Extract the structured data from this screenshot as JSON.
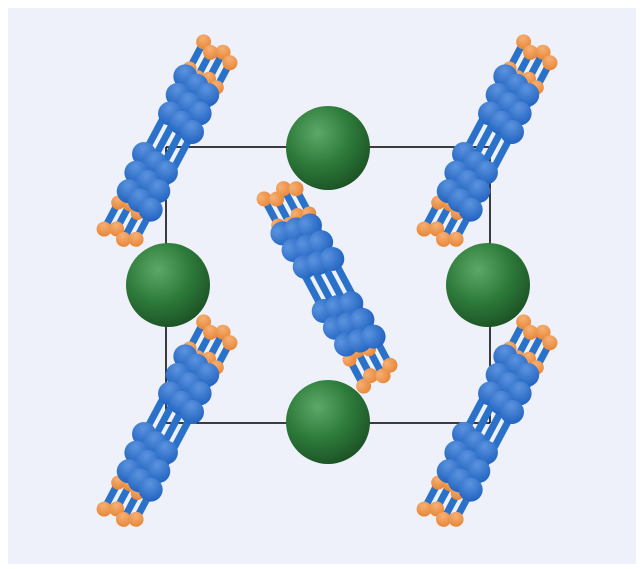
{
  "figure": {
    "kind": "crystal-structure",
    "projection": "unit-cell",
    "colors": {
      "background": "#eef1f9",
      "cell_edge": "#000000",
      "cation": "#2d7b3a",
      "cation_light": "#5da868",
      "cation_dark": "#1d5426",
      "framework_atom": "#2466c2",
      "framework_atom_light": "#5b93df",
      "framework_bond": "#2a72c9",
      "terminal_atom": "#e8893c",
      "terminal_atom_light": "#f6b074"
    },
    "counts": {
      "cations": 4,
      "molecular_stacks": 5
    },
    "legend": []
  }
}
